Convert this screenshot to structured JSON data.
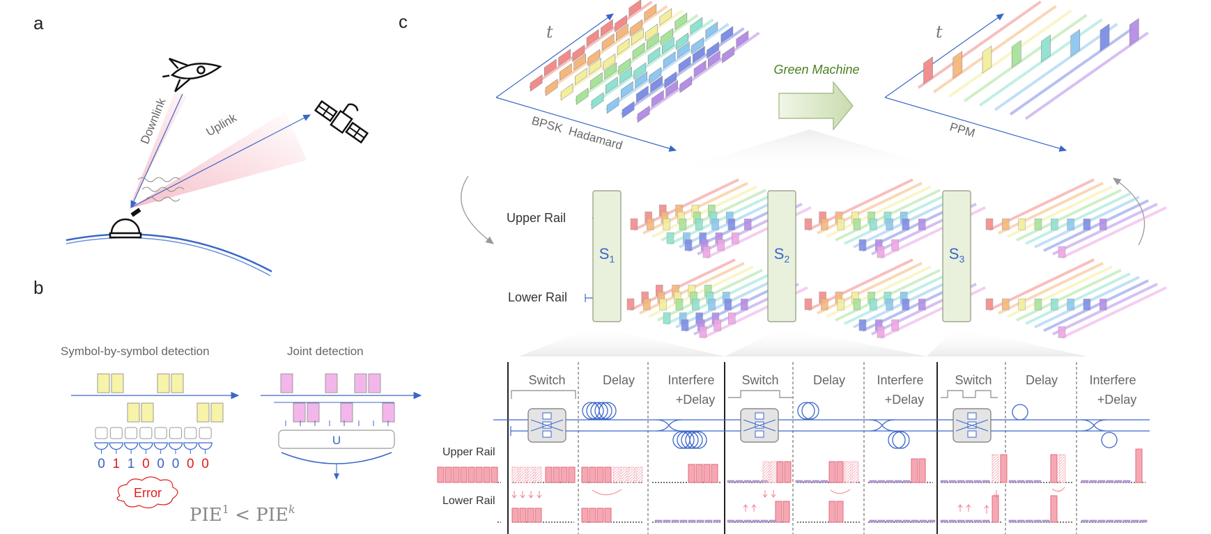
{
  "panels": {
    "a": "a",
    "b": "b",
    "c": "c"
  },
  "panel_a": {
    "downlink": "Downlink",
    "uplink": "Uplink"
  },
  "panel_b": {
    "title_left": "Symbol-by-symbol detection",
    "title_right": "Joint detection",
    "bits": [
      "0",
      "1",
      "1",
      "0",
      "0",
      "0",
      "0",
      "0"
    ],
    "bit_colors": [
      "#3a5fc8",
      "#e01b1b",
      "#3a5fc8",
      "#e01b1b",
      "#3a5fc8",
      "#3a5fc8",
      "#e01b1b",
      "#e01b1b"
    ],
    "error": "Error",
    "unitary": "U",
    "pie_left_base": "PIE",
    "pie_left_sup": "1",
    "pie_compare": " < ",
    "pie_right_base": "PIE",
    "pie_right_sup": "k"
  },
  "panel_c": {
    "t_left": "t",
    "t_right": "t",
    "axis_left_1": "BPSK",
    "axis_left_2": "Hadamard",
    "axis_right": "PPM",
    "green_machine": "Green Machine",
    "upper_rail": "Upper Rail",
    "lower_rail": "Lower Rail",
    "switches": [
      {
        "base": "S",
        "sub": "1"
      },
      {
        "base": "S",
        "sub": "2"
      },
      {
        "base": "S",
        "sub": "3"
      }
    ],
    "stage_headers": {
      "switch": "Switch",
      "delay": "Delay",
      "interfere_1": "Interfere",
      "interfere_2": "+Delay"
    },
    "rail_upper_small": "Upper Rail",
    "rail_lower_small": "Lower Rail"
  },
  "colors": {
    "rainbow": [
      "#f28b8b",
      "#f6b77c",
      "#f4ee9c",
      "#a8e39a",
      "#8fe2d0",
      "#8ec7f0",
      "#7f8ee6",
      "#b58ee6",
      "#eea6e6"
    ],
    "pulse": "#f5a8b4",
    "line_blue": "#3a66c8",
    "switch_green": "#e8f0dc",
    "green_text": "#4a7f1f"
  }
}
